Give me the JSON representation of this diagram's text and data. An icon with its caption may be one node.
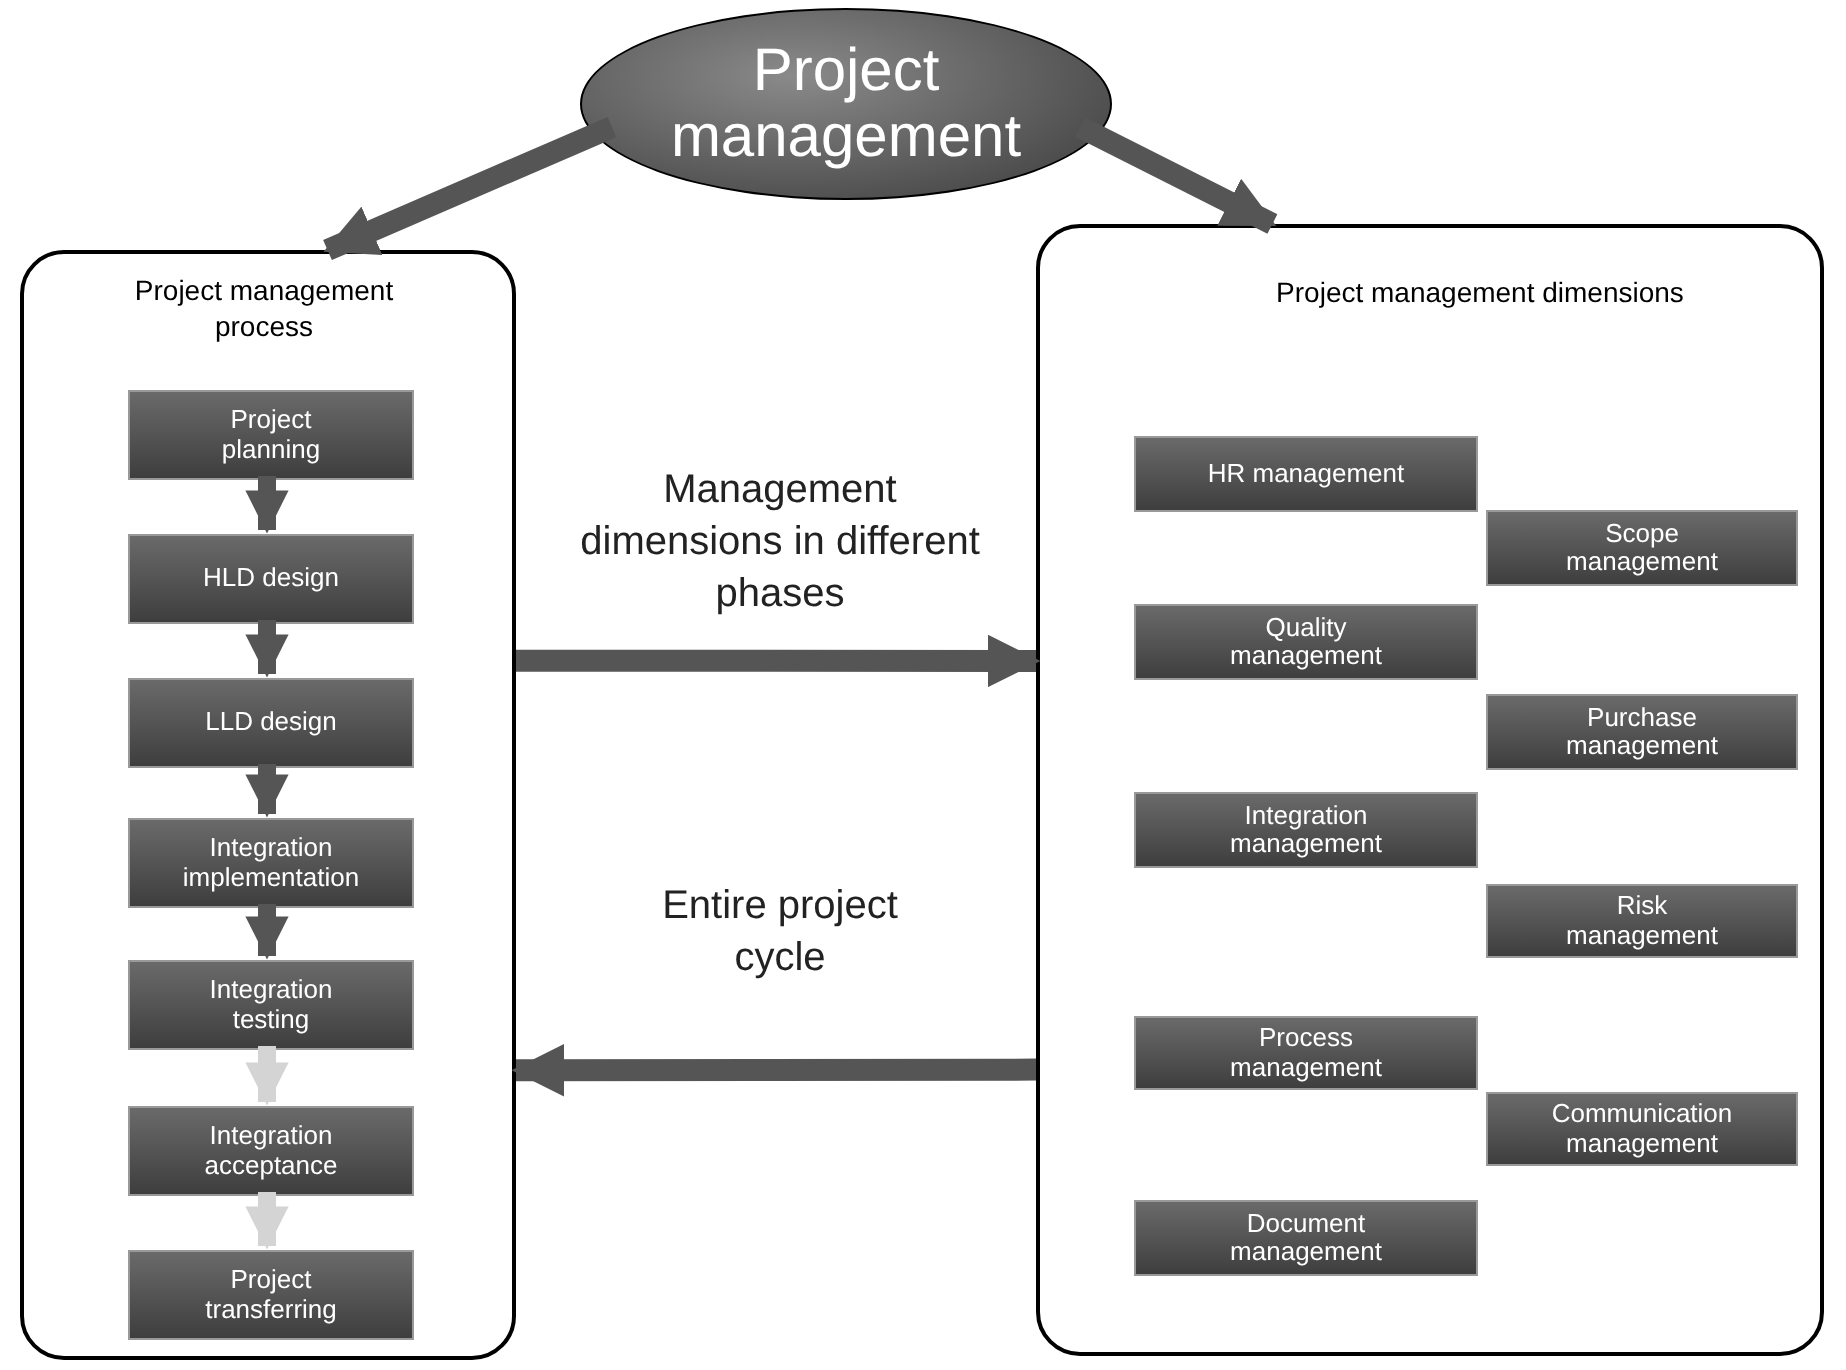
{
  "diagram": {
    "nodes": [
      {
        "text": [
          "Project management"
        ]
      },
      {
        "text": [
          "Project management process"
        ]
      },
      {
        "text": [
          "Project planning"
        ],
        "in": 1
      },
      {
        "text": [
          "HLD design"
        ],
        "in": 1
      },
      {
        "text": [
          "LLD design"
        ],
        "in": 1
      },
      {
        "text": [
          "Integration implementation"
        ],
        "in": 1
      },
      {
        "text": [
          "Integration testing"
        ],
        "in": 1
      },
      {
        "text": [
          "Integration acceptance"
        ],
        "in": 1
      },
      {
        "text": [
          "Project transferring"
        ],
        "in": 1
      },
      {
        "text": [
          "Project management dimensions"
        ]
      },
      {
        "text": [
          "HR management"
        ],
        "in": 9
      },
      {
        "text": [
          "Scope management"
        ],
        "in": 9
      },
      {
        "text": [
          "Quality management"
        ],
        "in": 9
      },
      {
        "text": [
          "Purchase management"
        ],
        "in": 9
      },
      {
        "text": [
          "Integration management"
        ],
        "in": 9
      },
      {
        "text": [
          "Risk management"
        ],
        "in": 9
      },
      {
        "text": [
          "Process management"
        ],
        "in": 9
      },
      {
        "text": [
          "Communication management"
        ],
        "in": 9
      },
      {
        "text": [
          "Document management"
        ],
        "in": 9
      }
    ],
    "edges": [
      {
        "from": 0,
        "to": 1,
        "arrow": "to"
      },
      {
        "from": 0,
        "to": 9,
        "arrow": "to"
      },
      {
        "from": 1,
        "to": 9,
        "arrow": "to",
        "label": "Management dimensions in different phases"
      },
      {
        "from": 9,
        "to": 1,
        "arrow": "to",
        "label": "Entire project cycle"
      },
      {
        "from": 2,
        "to": 3,
        "arrow": "to"
      },
      {
        "from": 3,
        "to": 4,
        "arrow": "to"
      },
      {
        "from": 4,
        "to": 5,
        "arrow": "to"
      },
      {
        "from": 5,
        "to": 6,
        "arrow": "to"
      },
      {
        "from": 6,
        "to": 7,
        "arrow": "to",
        "color": "#d4d4d4"
      },
      {
        "from": 7,
        "to": 8,
        "arrow": "to",
        "color": "#d4d4d4"
      }
    ]
  }
}
